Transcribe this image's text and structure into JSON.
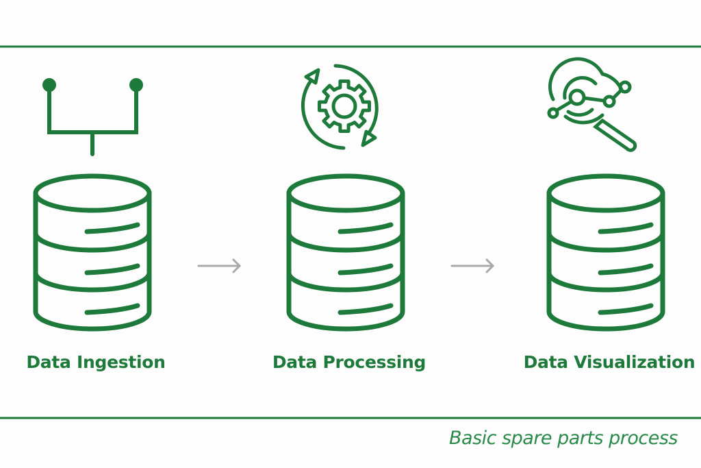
{
  "colors": {
    "accent": "#1d7a3b",
    "arrow": "#a9a9a9",
    "background": "#fcfdfc"
  },
  "stages": [
    {
      "label": "Data Ingestion",
      "icon": "pipeline-fork-icon"
    },
    {
      "label": "Data Processing",
      "icon": "gear-cycle-icon"
    },
    {
      "label": "Data Visualization",
      "icon": "radar-magnifier-icon"
    }
  ],
  "caption": "Basic spare parts process"
}
